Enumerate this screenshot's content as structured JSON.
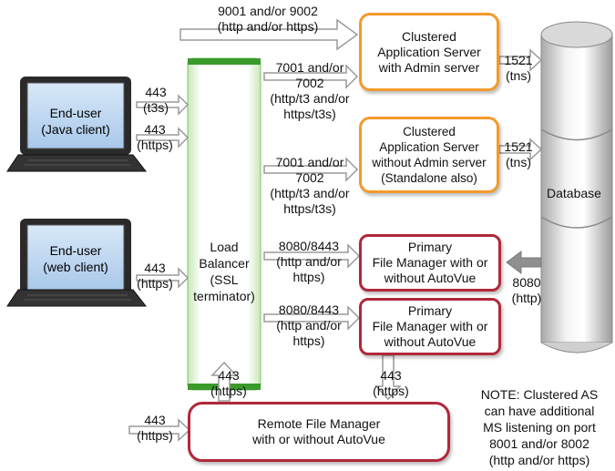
{
  "diagram": {
    "nodes": {
      "java_client": "End-user\n(Java client)",
      "web_client": "End-user\n(web client)",
      "load_balancer": "Load\nBalancer\n(SSL\nterminator)",
      "app_server_admin": "Clustered\nApplication Server\nwith Admin server",
      "app_server_standalone": "Clustered\nApplication Server\nwithout Admin server\n(Standalone also)",
      "fm_primary_1": "Primary\nFile Manager with or\nwithout AutoVue",
      "fm_primary_2": "Primary\nFile Manager with or\nwithout AutoVue",
      "remote_fm": "Remote File Manager\nwith or without AutoVue",
      "database": "Database"
    },
    "edge_labels": {
      "top_ports": "9001 and/or 9002\n(http and/or https)",
      "java_443_t3s": "443\n(t3s)",
      "java_443_https": "443\n(https)",
      "web_443_https": "443\n(https)",
      "lb_to_admin": "7001 and/or\n7002\n(http/t3 and/or\nhttps/t3s)",
      "lb_to_standalone": "7001 and/or\n7002\n(http/t3 and/or\nhttps/t3s)",
      "admin_to_db": "1521\n(tns)",
      "standalone_to_db": "1521\n(tns)",
      "lb_to_fm1": "8080/8443\n(http and/or\nhttps)",
      "lb_to_fm2": "8080/8443\n(http and/or\nhttps)",
      "db_to_fm1": "8080\n(http)",
      "remote_to_lb": "443\n(https)",
      "fm2_to_remote": "443\n(https)",
      "remote_in": "443\n(https)"
    },
    "note": "NOTE: Clustered AS\ncan have additional\nMS listening on port\n8001 and/or 8002\n(http and/or https)"
  },
  "colors": {
    "orange_border": "#f39a2b",
    "red_border": "#b0283a",
    "green_glow": "#3a9a2a",
    "arrow_gray": "#9a9a9a",
    "screen_blue": "#bcd6f2"
  }
}
